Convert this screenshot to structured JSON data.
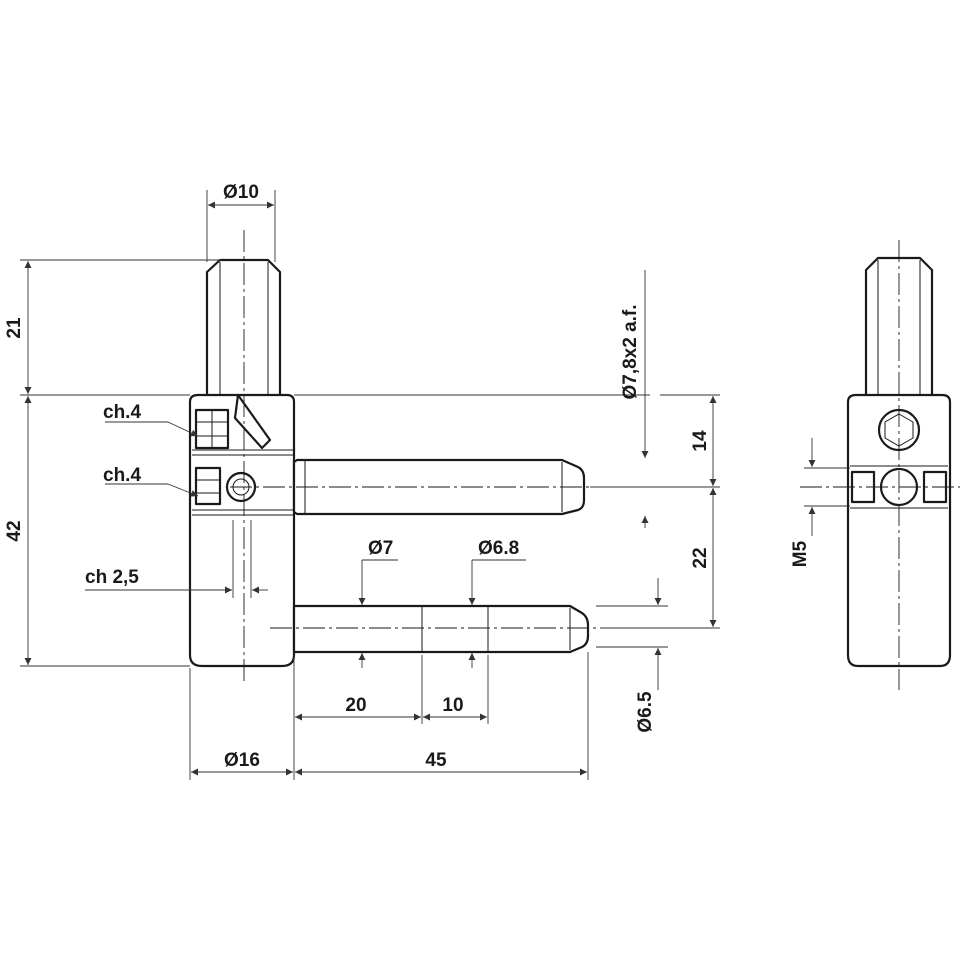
{
  "drawing": {
    "labels": {
      "d10": "Ø10",
      "d21": "21",
      "d42": "42",
      "ch4_top": "ch.4",
      "ch4_mid": "ch.4",
      "ch25": "ch 2,5",
      "d78": "Ø7,8x2 a.f.",
      "d14": "14",
      "d22": "22",
      "d7": "Ø7",
      "d68": "Ø6.8",
      "d20": "20",
      "d10b": "10",
      "d65": "Ø6.5",
      "d16": "Ø16",
      "d45": "45",
      "m5": "M5"
    },
    "colors": {
      "ink": "#1a1a1a",
      "background": "#ffffff"
    }
  }
}
